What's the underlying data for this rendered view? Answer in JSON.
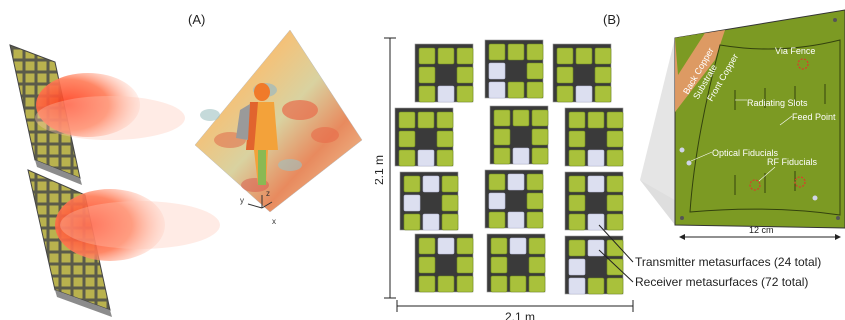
{
  "panel_a": {
    "label": "(A)",
    "axes": {
      "x": "x",
      "y": "y",
      "z": "z"
    }
  },
  "panel_b": {
    "label": "(B)",
    "dim_vertical": "2.1 m",
    "dim_horizontal": "2.1 m",
    "dim_board": "12 cm",
    "board_labels": {
      "back_copper": "Back Copper",
      "substrate": "Substrate",
      "front_copper": "Front Copper",
      "via_fence": "Via Fence",
      "radiating_slots": "Radiating Slots",
      "feed_point": "Feed Point",
      "optical_fiducials": "Optical Fiducials",
      "rf_fiducials": "RF Fiducials"
    },
    "legend": {
      "transmitter": "Transmitter metasurfaces (24 total)",
      "receiver": "Receiver metasurfaces (72 total)"
    }
  },
  "colors": {
    "cell_green": "#a9c13b",
    "cell_green_dark": "#6f8a1e",
    "cell_light": "#dcdff0",
    "tile_dark": "#3a3a3a",
    "board_green": "#7c9a23",
    "substrate_orange": "#e89a6a"
  }
}
